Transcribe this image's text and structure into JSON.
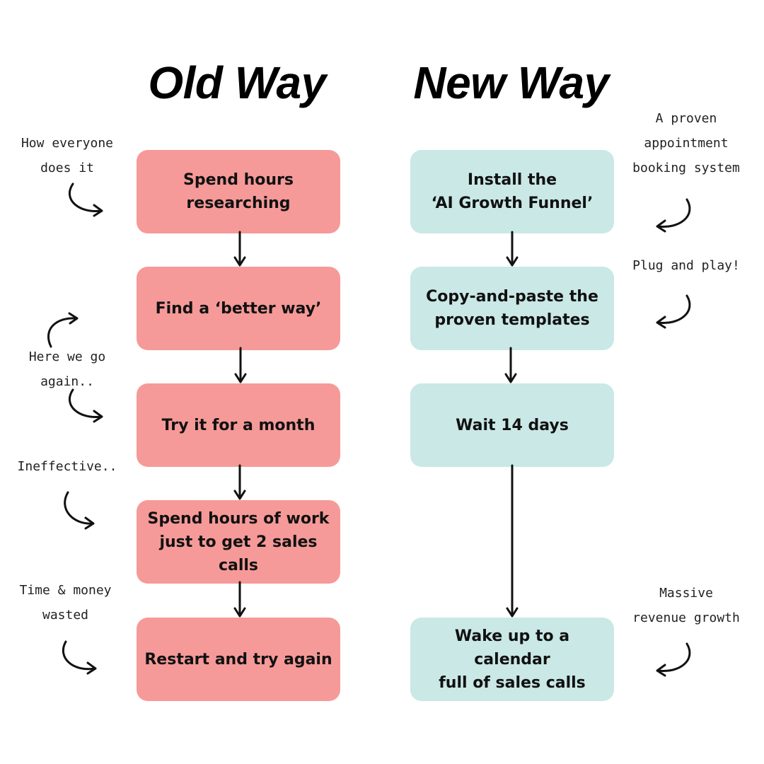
{
  "headings": {
    "old": "Old Way",
    "new": "New Way"
  },
  "old_way": {
    "steps": [
      "Spend hours\nresearching",
      "Find a ‘better way’",
      "Try it for a month",
      "Spend hours of work\njust to get 2 sales calls",
      "Restart and try again"
    ],
    "notes": [
      "How everyone\ndoes it",
      "Here we go\nagain..",
      "Ineffective..",
      "Time & money\nwasted"
    ]
  },
  "new_way": {
    "steps": [
      "Install the\n‘AI Growth Funnel’",
      "Copy-and-paste the\nproven templates",
      "Wait 14 days",
      "Wake up to a calendar\nfull of sales calls"
    ],
    "notes": [
      "A proven\nappointment\nbooking system",
      "Plug and play!",
      "Massive\nrevenue growth"
    ]
  },
  "colors": {
    "old_box": "#F59A98",
    "new_box": "#C9E8E6",
    "arrow": "#111111"
  }
}
